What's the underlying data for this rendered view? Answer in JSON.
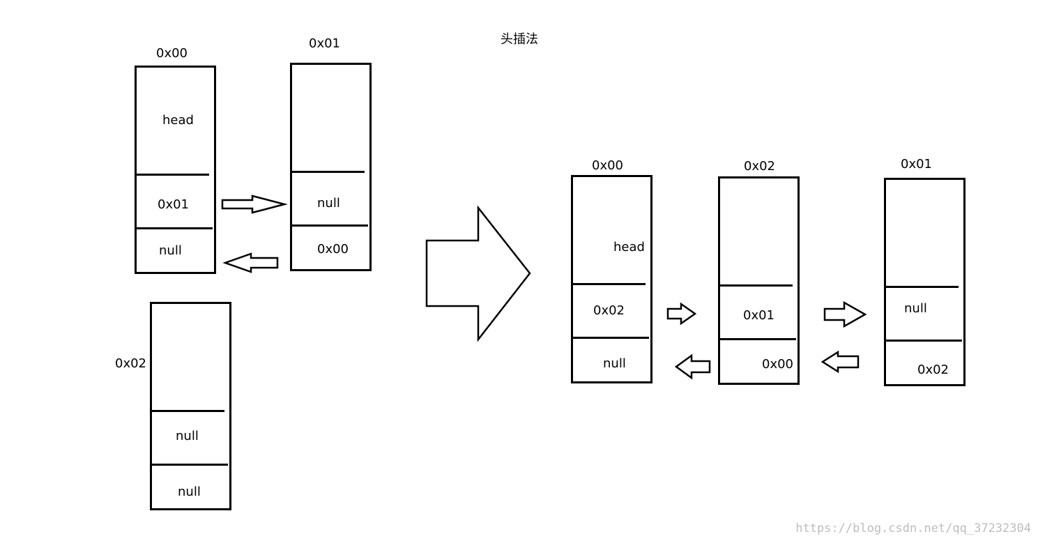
{
  "title": "头插法",
  "watermark": "https://blog.csdn.net/qq_37232304",
  "before": {
    "node_00": {
      "addr": "0x00",
      "label": "head",
      "next": "0x01",
      "prev": "null"
    },
    "node_01": {
      "addr": "0x01",
      "next": "null",
      "prev": "0x00"
    },
    "node_02": {
      "addr": "0x02",
      "next": "null",
      "prev": "null"
    }
  },
  "after": {
    "node_00": {
      "addr": "0x00",
      "label": "head",
      "next": "0x02",
      "prev": "null"
    },
    "node_02": {
      "addr": "0x02",
      "next": "0x01",
      "prev": "0x00"
    },
    "node_01": {
      "addr": "0x01",
      "next": "null",
      "prev": "0x02"
    }
  }
}
